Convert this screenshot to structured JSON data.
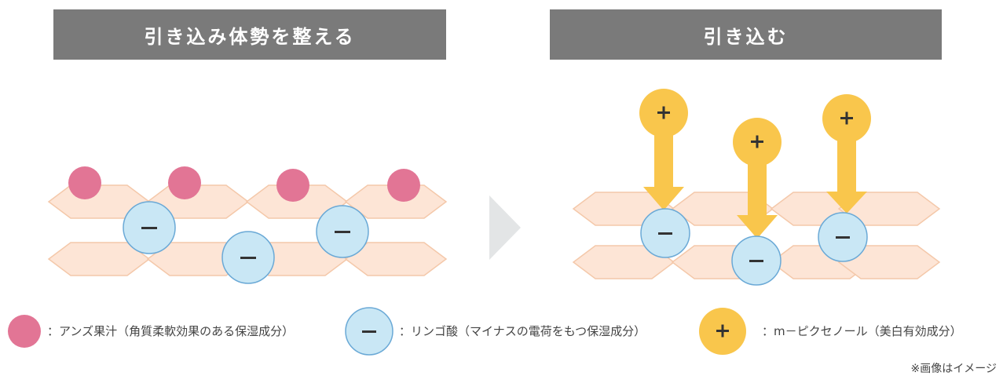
{
  "panels": {
    "left_title": "引き込み体勢を整える",
    "right_title": "引き込む"
  },
  "symbols": {
    "minus": "−",
    "plus": "+"
  },
  "legend": [
    {
      "text": "：アンズ果汁（角質柔軟効果のある保湿成分）",
      "icon": "pink-circle-icon"
    },
    {
      "text": "：リンゴ酸（マイナスの電荷をもつ保湿成分）",
      "icon": "minus-circle-icon"
    },
    {
      "text": "：m－ピクセノール（美白有効成分）",
      "icon": "plus-circle-icon"
    }
  ],
  "note": "※画像はイメージ",
  "colors": {
    "header": "#7a7a7a",
    "cell_fill": "#fde5d6",
    "cell_stroke": "#f4c8aa",
    "apricot": "#e27595",
    "malic_fill": "#c9e7f5",
    "malic_stroke": "#6aa9d6",
    "picsenol": "#f9c64c",
    "arrow": "#f9c64c",
    "step_arrow": "#e3e5e6"
  }
}
